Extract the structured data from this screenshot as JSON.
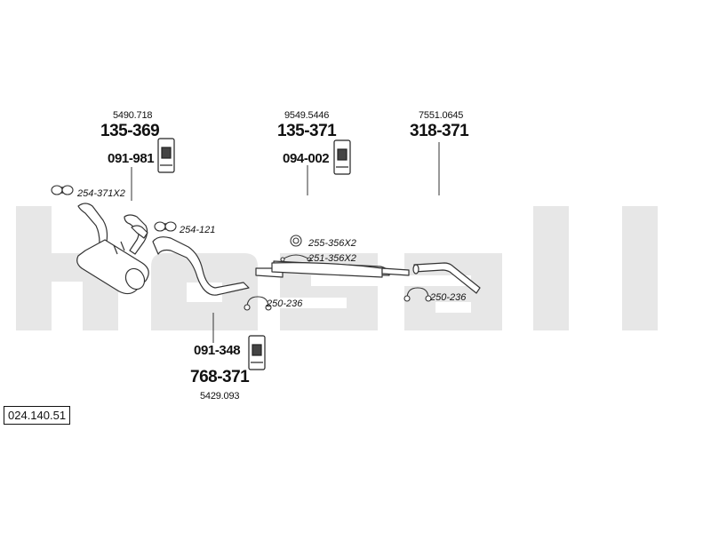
{
  "diagram_code": "024.140.51",
  "watermark_text": "bosal",
  "colors": {
    "watermark": "#e7e7e7",
    "line": "#333333",
    "part_fill": "#ffffff"
  },
  "callouts": {
    "rear_left": {
      "ref": "5490.718",
      "number": "135-369",
      "mount": "091-981"
    },
    "center": {
      "ref": "9549.5446",
      "number": "135-371",
      "mount": "094-002"
    },
    "tail": {
      "ref": "7551.0645",
      "number": "318-371"
    },
    "front": {
      "mount": "091-348",
      "number": "768-371",
      "ref": "5429.093"
    }
  },
  "clamps": {
    "c1": "254-371X2",
    "c2": "254-121",
    "c3": "255-356X2",
    "c4": "251-356X2",
    "c5": "250-236",
    "c6": "250-236"
  },
  "icons": {
    "hanger": "rubber-hanger-icon",
    "clamp": "pipe-clamp-icon",
    "ring": "sealing-ring-icon",
    "gasket": "flange-gasket-icon"
  }
}
